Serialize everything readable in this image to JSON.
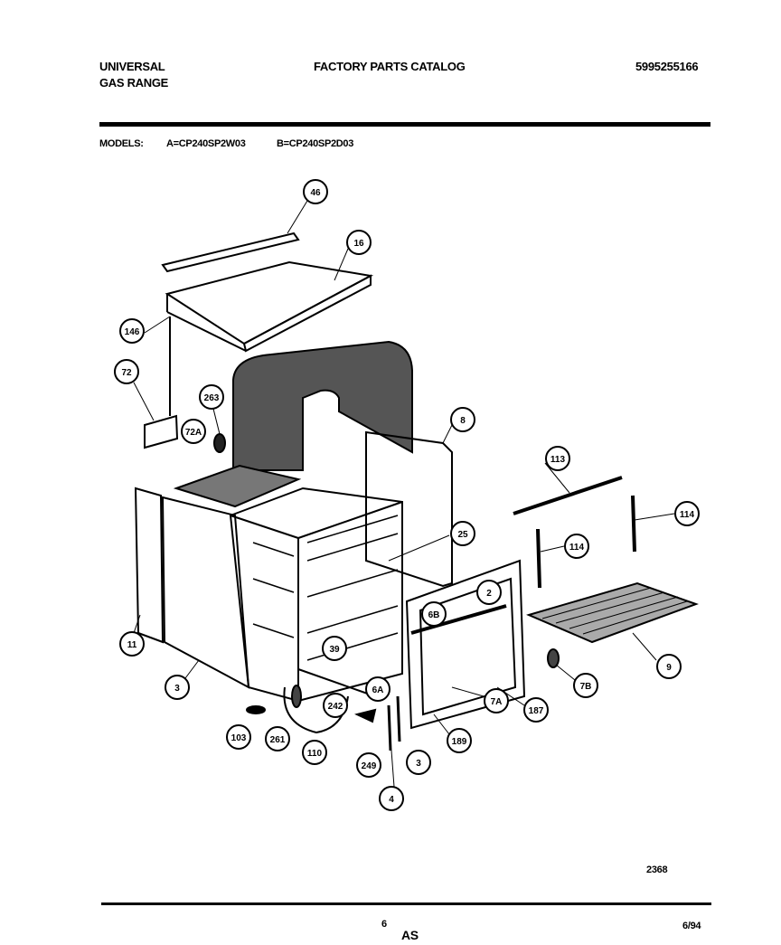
{
  "header": {
    "brand_line1": "UNIVERSAL",
    "brand_line2": "GAS RANGE",
    "title": "FACTORY PARTS CATALOG",
    "catalog_number": "5995255166",
    "models_label": "MODELS:",
    "model_a": "A=CP240SP2W03",
    "model_b": "B=CP240SP2D03"
  },
  "diagram": {
    "callouts": [
      "46",
      "16",
      "146",
      "72",
      "263",
      "72A",
      "8",
      "113",
      "114",
      "114",
      "25",
      "2",
      "6B",
      "11",
      "3",
      "39",
      "6A",
      "242",
      "7B",
      "9",
      "187",
      "7A",
      "189",
      "3",
      "249",
      "4",
      "110",
      "261",
      "103"
    ]
  },
  "footer": {
    "drawing_number": "2368",
    "page_number": "6",
    "section": "AS",
    "date": "6/94"
  }
}
